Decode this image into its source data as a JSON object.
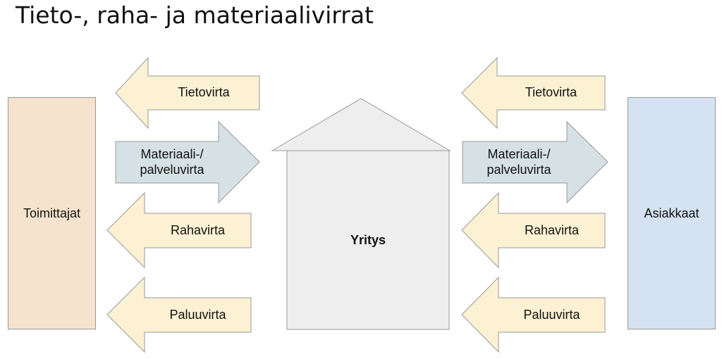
{
  "title": "Tieto-, raha- ja materiaalivirrat",
  "colors": {
    "supplier_fill": "#f6e3cd",
    "customer_fill": "#d5e2f1",
    "company_fill": "#eeeeee",
    "info_arrow_fill": "#fcf1d3",
    "material_arrow_fill": "#d5e1e5",
    "outline": "#999999"
  },
  "supplier": {
    "label": "Toimittajat"
  },
  "customer": {
    "label": "Asiakkaat"
  },
  "company": {
    "label": "Yritys"
  },
  "left_flows": [
    {
      "label": "Tietovirta",
      "direction": "left"
    },
    {
      "label": "Materiaali-/\npalveluvirta",
      "direction": "right"
    },
    {
      "label": "Rahavirta",
      "direction": "left"
    },
    {
      "label": "Paluuvirta",
      "direction": "left"
    }
  ],
  "right_flows": [
    {
      "label": "Tietovirta",
      "direction": "left"
    },
    {
      "label": "Materiaali-/\npalveluvirta",
      "direction": "right"
    },
    {
      "label": "Rahavirta",
      "direction": "left"
    },
    {
      "label": "Paluuvirta",
      "direction": "left"
    }
  ]
}
